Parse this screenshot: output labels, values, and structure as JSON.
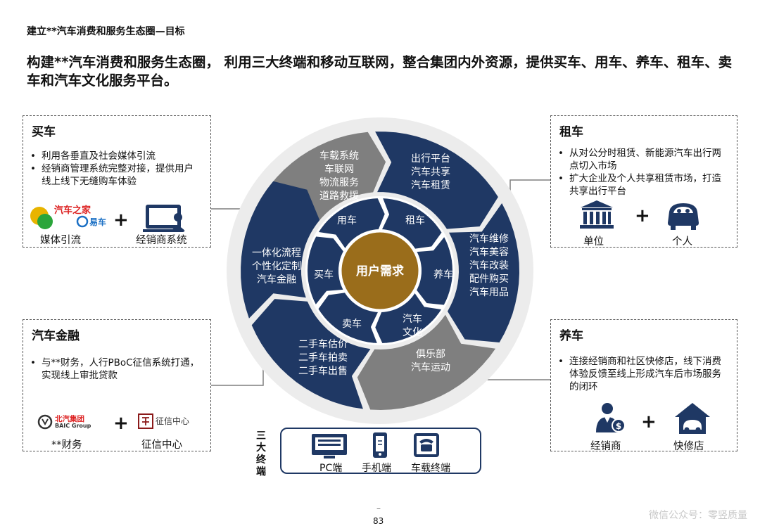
{
  "kicker": "建立**汽车消费和服务生态圈—目标",
  "headline": "构建**汽车消费和服务生态圈， 利用三大终端和移动互联网，整合集团内外资源，提供买车、用车、养车、租车、卖车和汽车文化服务平台。",
  "boxes": {
    "buy": {
      "title": "买车",
      "bullets": [
        "利用各垂直及社会媒体引流",
        "经销商管理系统完整对接，提供用户线上线下无缝购车体验"
      ],
      "logo_text_1": "汽车之家",
      "logo_text_2": "易车",
      "left_caption": "媒体引流",
      "right_caption": "经销商系统",
      "plus": "+"
    },
    "rent": {
      "title": "租车",
      "bullets": [
        "从对公分时租赁、新能源汽车出行两点切入市场",
        "扩大企业及个人共享租赁市场，打造共享出行平台"
      ],
      "left_caption": "单位",
      "right_caption": "个人",
      "plus": "+"
    },
    "finance": {
      "title": "汽车金融",
      "bullets": [
        "与**财务，人行PBoC征信系统打通，实现线上审批贷款"
      ],
      "logo_left": "北汽集团",
      "logo_left_sub": "BAIC Group",
      "logo_right": "征信中心",
      "left_caption": "**财务",
      "right_caption": "征信中心",
      "plus": "+"
    },
    "maintain": {
      "title": "养车",
      "bullets": [
        "连接经销商和社区快修店，线下消费体验反馈至线上形成汽车后市场服务的闭环"
      ],
      "left_caption": "经销商",
      "right_caption": "快修店",
      "plus": "+"
    }
  },
  "diagram": {
    "center": "用户需求",
    "inner": [
      "用车",
      "租车",
      "养车",
      "汽车文化",
      "卖车",
      "买车"
    ],
    "outer": {
      "top_left": [
        "车载系统",
        "车联网",
        "物流服务",
        "道路救援"
      ],
      "top_right": [
        "出行平台",
        "汽车共享",
        "汽车租赁"
      ],
      "right": [
        "汽车维修",
        "汽车美容",
        "汽车改装",
        "配件购买",
        "汽车用品"
      ],
      "bottom_right": [
        "俱乐部",
        "汽车运动"
      ],
      "bottom_left": [
        "二手车估价",
        "二手车拍卖",
        "二手车出售"
      ],
      "left": [
        "一体化流程",
        "个性化定制",
        "汽车金融"
      ]
    },
    "colors": {
      "navy": "#1f3864",
      "gray": "#7f7f7f",
      "gold": "#9a6d1b",
      "ring": "#e8e8e8"
    }
  },
  "terminals": {
    "title": "三大终端",
    "items": [
      "PC端",
      "手机端",
      "车载终端"
    ]
  },
  "page": {
    "dash": "–",
    "number": "83"
  },
  "watermark": "微信公众号：零竖质量"
}
